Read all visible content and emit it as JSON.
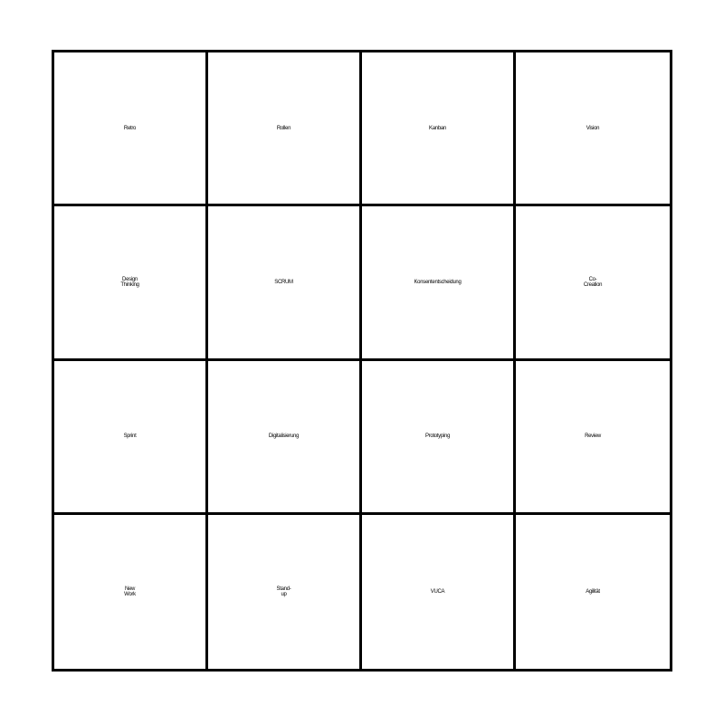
{
  "card": {
    "type": "bingo-card",
    "columns": 4,
    "rows": 4,
    "background_color": "#ffffff",
    "border_color": "#000000",
    "text_color": "#000000",
    "cells": [
      {
        "text": "Retro",
        "size": "fs-xxl",
        "lines": 1
      },
      {
        "text": "Rollen",
        "size": "fs-xl",
        "lines": 1
      },
      {
        "text": "Kanban",
        "size": "fs-l",
        "lines": 1
      },
      {
        "text": "Vision",
        "size": "fs-xl",
        "lines": 1
      },
      {
        "text": "Design\nThinking",
        "size": "fs-m",
        "lines": 2
      },
      {
        "text": "SCRUM",
        "size": "fs-l",
        "lines": 1
      },
      {
        "text": "Konsententscheidung",
        "size": "fs-xxs",
        "lines": 1
      },
      {
        "text": "Co-\nCreation",
        "size": "fs-m",
        "lines": 2
      },
      {
        "text": "Sprint",
        "size": "fs-xl",
        "lines": 1
      },
      {
        "text": "Digitalisierung",
        "size": "fs-xs",
        "lines": 1
      },
      {
        "text": "Prototyping",
        "size": "fs-s",
        "lines": 1
      },
      {
        "text": "Review",
        "size": "fs-l",
        "lines": 1
      },
      {
        "text": "New\nWork",
        "size": "fs-xl",
        "lines": 2
      },
      {
        "text": "Stand-\nup",
        "size": "fs-m",
        "lines": 2
      },
      {
        "text": "VUCA",
        "size": "fs-l",
        "lines": 1
      },
      {
        "text": "Agilität",
        "size": "fs-l",
        "lines": 1
      }
    ]
  }
}
